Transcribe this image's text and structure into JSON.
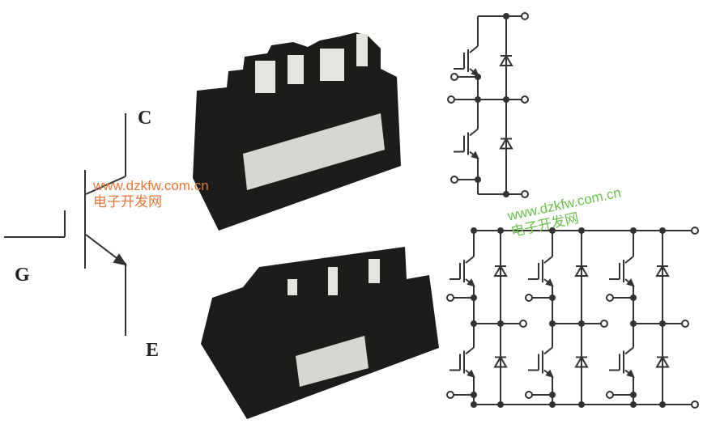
{
  "symbol": {
    "collector_label": "C",
    "gate_label": "G",
    "emitter_label": "E"
  },
  "watermarks": [
    {
      "url": "www.dzkfw.com.cn",
      "name": "电子开发网",
      "color": "#e8763a"
    },
    {
      "url": "www.dzkfw.com.cn",
      "name": "电子开发网",
      "color": "#6cc04a"
    }
  ],
  "colors": {
    "line": "#333333",
    "module": "#1e1c1a",
    "label_plate": "#d8d6d0"
  }
}
